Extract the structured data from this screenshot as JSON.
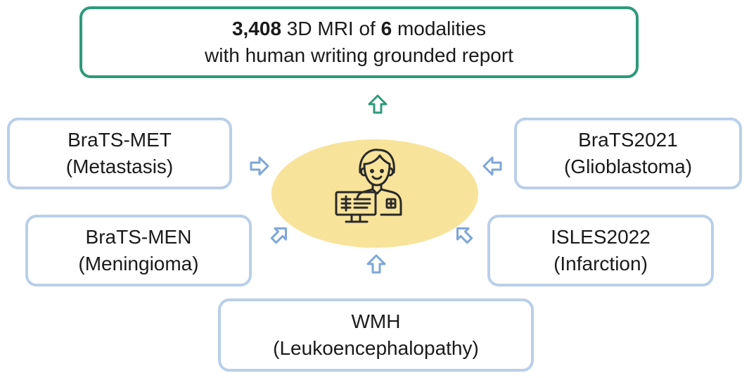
{
  "top_box": {
    "count": "3,408",
    "mid": " 3D MRI of ",
    "modalities": "6",
    "tail": " modalities",
    "line2": "with human writing grounded report"
  },
  "sources": {
    "brats_met": {
      "name": "BraTS-MET",
      "desc": "(Metastasis)"
    },
    "brats_men": {
      "name": "BraTS-MEN",
      "desc": "(Meningioma)"
    },
    "brats2021": {
      "name": "BraTS2021",
      "desc": "(Glioblastoma)"
    },
    "isles2022": {
      "name": "ISLES2022",
      "desc": "(Infarction)"
    },
    "wmh": {
      "name": "WMH",
      "desc": "(Leukoencephalopathy)"
    }
  },
  "center": {
    "icon": "doctor-with-monitor-icon"
  },
  "colors": {
    "top_border": "#2e9a7a",
    "source_border": "#b9cfe9",
    "ellipse_fill": "#f8e39a",
    "arrow_blue": "#7ea6d8",
    "arrow_green": "#2e9a7a"
  }
}
